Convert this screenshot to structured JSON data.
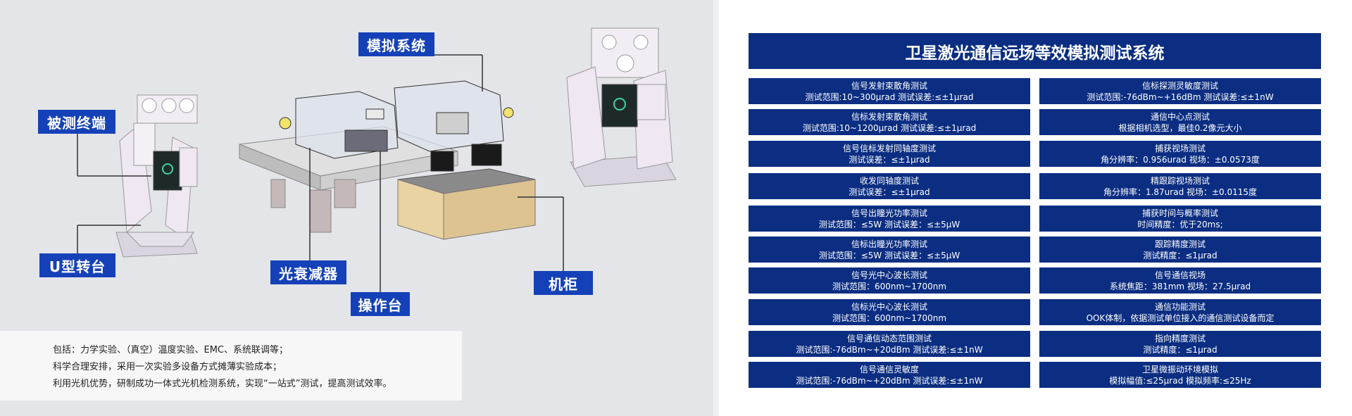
{
  "callouts": {
    "simulation_system": "模拟系统",
    "terminal_under_test": "被测终端",
    "u_turntable": "U型转台",
    "attenuator": "光衰减器",
    "console": "操作台",
    "cabinet": "机柜"
  },
  "notes": [
    "包括：力学实验、（真空）温度实验、EMC、系统联调等；",
    "科学合理安排，采用一次实验多设备方式摊薄实验成本；",
    "利用光机优势，研制成功一体式光机检测系统，实现“一站式”测试，提高测试效率。"
  ],
  "system_title": "卫星激光通信远场等效模拟测试系统",
  "left_items": [
    {
      "title": "信号发射束散角测试",
      "detail": "测试范围:10~300μrad  测试误差:≤±1μrad"
    },
    {
      "title": "信标发射束散角测试",
      "detail": "测试范围:10~1200μrad  测试误差:≤±1μrad"
    },
    {
      "title": "信号信标发射同轴度测试",
      "detail": "测试误差：≤±1μrad"
    },
    {
      "title": "收发同轴度测试",
      "detail": "测试误差：≤±1μrad"
    },
    {
      "title": "信号出瞳光功率测试",
      "detail": "测试范围：≤5W  测试误差：≤±5μW"
    },
    {
      "title": "信标出瞳光功率测试",
      "detail": "测试范围：≤5W  测试误差：≤±5μW"
    },
    {
      "title": "信号光中心波长测试",
      "detail": "测试范围：600nm~1700nm"
    },
    {
      "title": "信标光中心波长测试",
      "detail": "测试范围：600nm~1700nm"
    },
    {
      "title": "信号通信动态范围测试",
      "detail": "测试范围:-76dBm~+20dBm  测试误差:≤±1nW"
    },
    {
      "title": "信号通信灵敏度",
      "detail": "测试范围:-76dBm~+20dBm  测试误差:≤±1nW"
    }
  ],
  "right_items": [
    {
      "title": "信标探测灵敏度测试",
      "detail": "测试范围:-76dBm~+16dBm  测试误差:≤±1nW"
    },
    {
      "title": "通信中心点测试",
      "detail": "根据相机选型，最佳0.2像元大小"
    },
    {
      "title": "捕获视场测试",
      "detail": "角分辨率：0.956urad  视场：±0.0573度"
    },
    {
      "title": "精跟踪视场测试",
      "detail": "角分辨率：1.87urad  视场：±0.0115度"
    },
    {
      "title": "捕获时间与概率测试",
      "detail": "时间精度：优于20ms;"
    },
    {
      "title": "跟踪精度测试",
      "detail": "测试精度：≤1μrad"
    },
    {
      "title": "信号通信视场",
      "detail": "系统焦距：381mm  视场：27.5μrad"
    },
    {
      "title": "通信功能测试",
      "detail": "OOK体制，依据测试单位接入的通信测试设备而定"
    },
    {
      "title": "指向精度测试",
      "detail": "测试精度：≤1μrad"
    },
    {
      "title": "卫星微振动环境模拟",
      "detail": "模拟幅值:≤25μrad  模拟频率:≤25Hz"
    }
  ],
  "colors": {
    "callout_blue": "#1541b8",
    "card_navy": "#0b2e82",
    "left_bg": "#e4e5e8"
  }
}
